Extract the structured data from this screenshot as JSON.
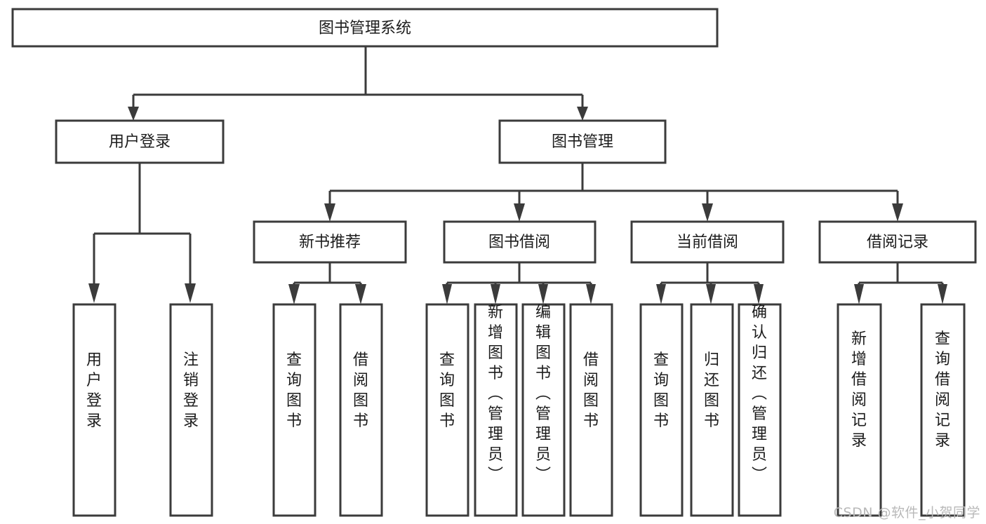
{
  "diagram": {
    "title": "图书管理系统",
    "type": "tree-hierarchy",
    "watermark": "CSDN @软件_小贺同学",
    "colors": {
      "box_stroke": "#3b3b3b",
      "box_fill": "#ffffff",
      "connector": "#3b3b3b",
      "text": "#1c1c1c",
      "watermark": "#b9b9b9",
      "background": "#ffffff"
    },
    "nodes": {
      "root": {
        "label": "图书管理系统"
      },
      "level2": [
        {
          "id": "user-login",
          "label": "用户登录"
        },
        {
          "id": "book-manage",
          "label": "图书管理"
        }
      ],
      "level3": [
        {
          "id": "new-book-recommend",
          "label": "新书推荐"
        },
        {
          "id": "book-borrow",
          "label": "图书借阅"
        },
        {
          "id": "current-borrow",
          "label": "当前借阅"
        },
        {
          "id": "borrow-record",
          "label": "借阅记录"
        }
      ],
      "leaves": {
        "user-login": [
          {
            "id": "leaf-user-login",
            "label": "用户登录"
          },
          {
            "id": "leaf-logout-login",
            "label": "注销登录"
          }
        ],
        "new-book-recommend": [
          {
            "id": "leaf-query-book-1",
            "label": "查询图书"
          },
          {
            "id": "leaf-borrow-book-1",
            "label": "借阅图书"
          }
        ],
        "book-borrow": [
          {
            "id": "leaf-query-book-2",
            "label": "查询图书"
          },
          {
            "id": "leaf-add-book",
            "label": "新增图书（管理员）"
          },
          {
            "id": "leaf-edit-book",
            "label": "编辑图书（管理员）"
          },
          {
            "id": "leaf-borrow-book-2",
            "label": "借阅图书"
          }
        ],
        "current-borrow": [
          {
            "id": "leaf-query-book-3",
            "label": "查询图书"
          },
          {
            "id": "leaf-return-book",
            "label": "归还图书"
          },
          {
            "id": "leaf-confirm-return",
            "label": "确认归还（管理员）"
          }
        ],
        "borrow-record": [
          {
            "id": "leaf-add-record",
            "label": "新增借阅记录"
          },
          {
            "id": "leaf-query-record",
            "label": "查询借阅记录"
          }
        ]
      }
    }
  }
}
